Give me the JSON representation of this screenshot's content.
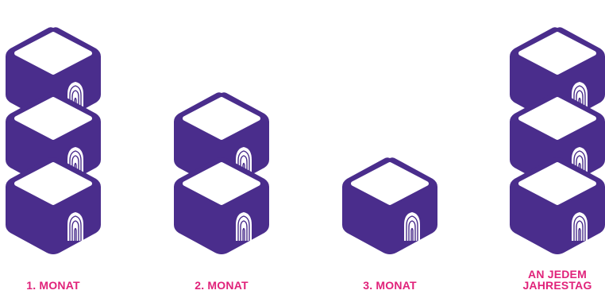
{
  "colors": {
    "cube": "#4a2d8c",
    "cube_top": "#ffffff",
    "label": "#e0227a"
  },
  "icon": "shell-logo-icon",
  "columns": [
    {
      "id": "month-1",
      "cube_count": 3,
      "label_lines": [
        "1. MONAT"
      ]
    },
    {
      "id": "month-2",
      "cube_count": 2,
      "label_lines": [
        "2. MONAT"
      ]
    },
    {
      "id": "month-3",
      "cube_count": 1,
      "label_lines": [
        "3. MONAT"
      ]
    },
    {
      "id": "anniversary",
      "cube_count": 3,
      "label_lines": [
        "AN JEDEM",
        "JAHRESTAG"
      ]
    }
  ]
}
